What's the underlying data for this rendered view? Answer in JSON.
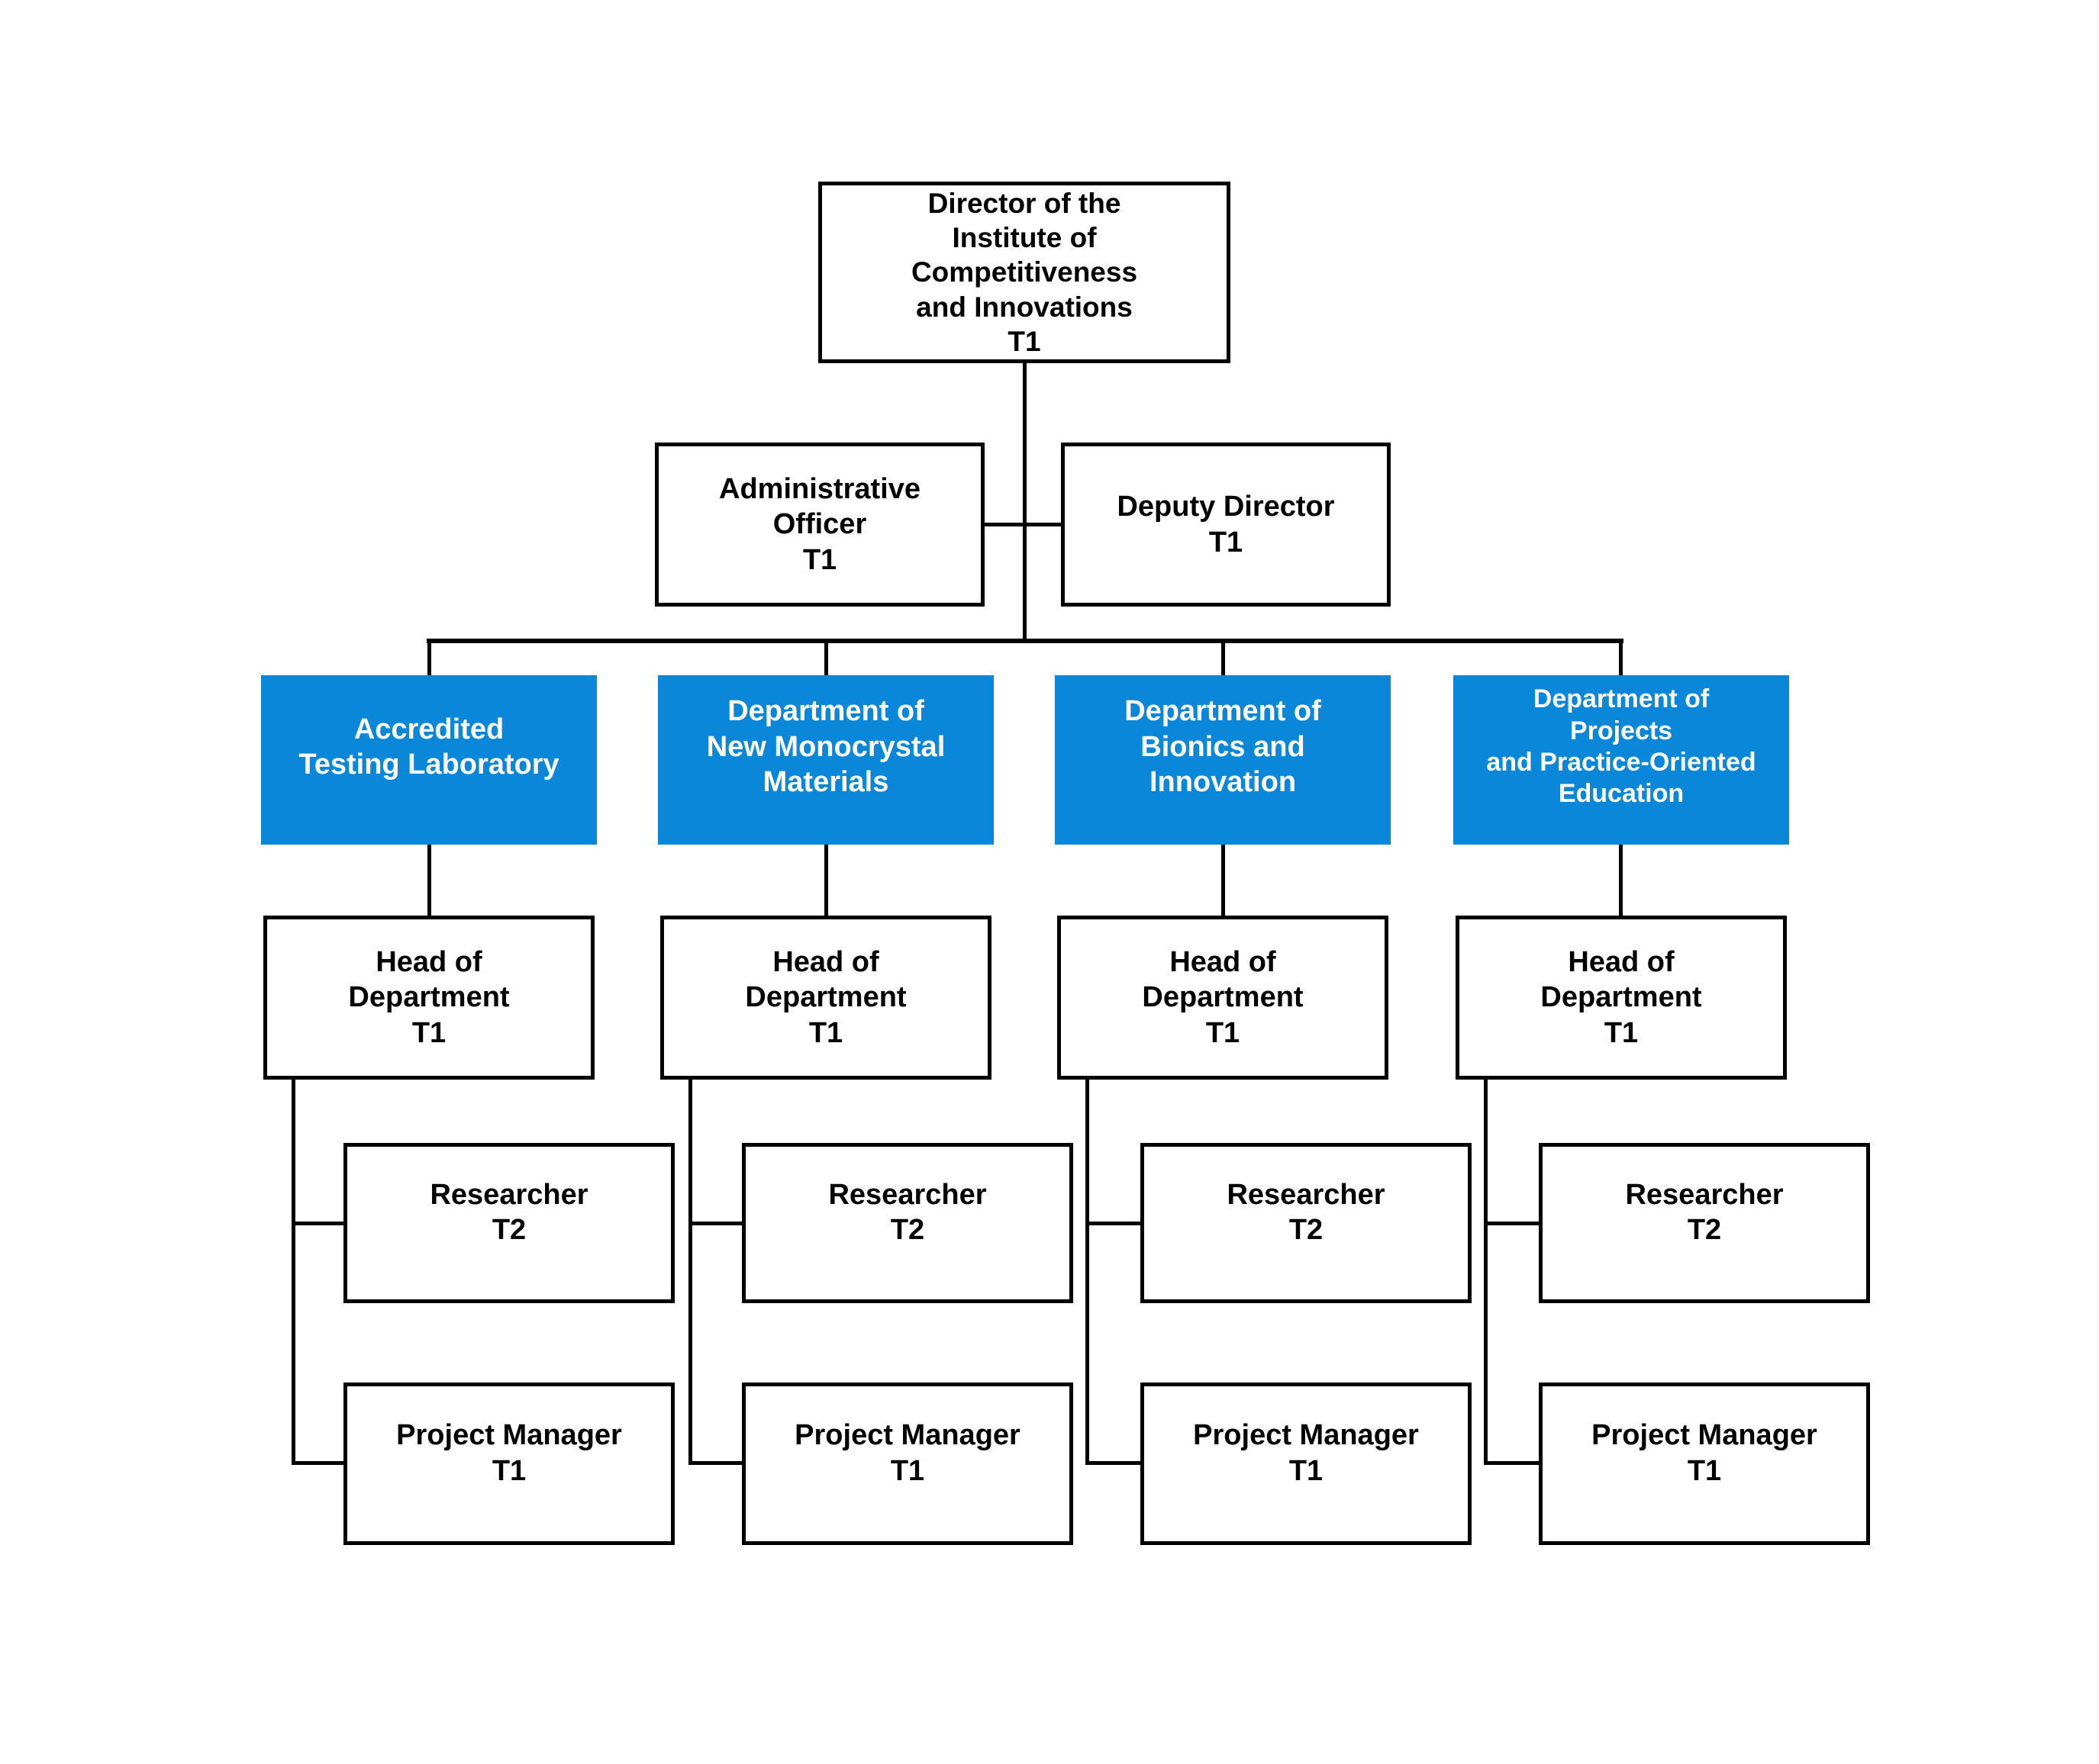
{
  "page": {
    "background": "#ffffff"
  },
  "org_chart": {
    "colors": {
      "department_fill": "#0b87da",
      "department_text": "#ffffff",
      "node_fill": "#ffffff",
      "node_border": "#000000",
      "node_text": "#000000",
      "connector": "#000000"
    },
    "director": {
      "label": "Director of the\nInstitute of\nCompetitiveness\nand Innovations\nT1"
    },
    "administrative_officer": {
      "label": "Administrative\nOfficer\nT1"
    },
    "deputy_director": {
      "label": "Deputy Director\nT1"
    },
    "departments": [
      {
        "name": "Accredited\nTesting Laboratory",
        "head": "Head of\nDepartment\nT1",
        "researcher": "Researcher\nT2",
        "project_manager": "Project Manager\nT1"
      },
      {
        "name": "Department of\nNew Monocrystal\nMaterials",
        "head": "Head of\nDepartment\nT1",
        "researcher": "Researcher\nT2",
        "project_manager": "Project Manager\nT1"
      },
      {
        "name": "Department of\nBionics and\nInnovation",
        "head": "Head of\nDepartment\nT1",
        "researcher": "Researcher\nT2",
        "project_manager": "Project Manager\nT1"
      },
      {
        "name": "Department of\nProjects\nand Practice-Oriented\nEducation",
        "head": "Head of\nDepartment\nT1",
        "researcher": "Researcher\nT2",
        "project_manager": "Project Manager\nT1"
      }
    ]
  }
}
